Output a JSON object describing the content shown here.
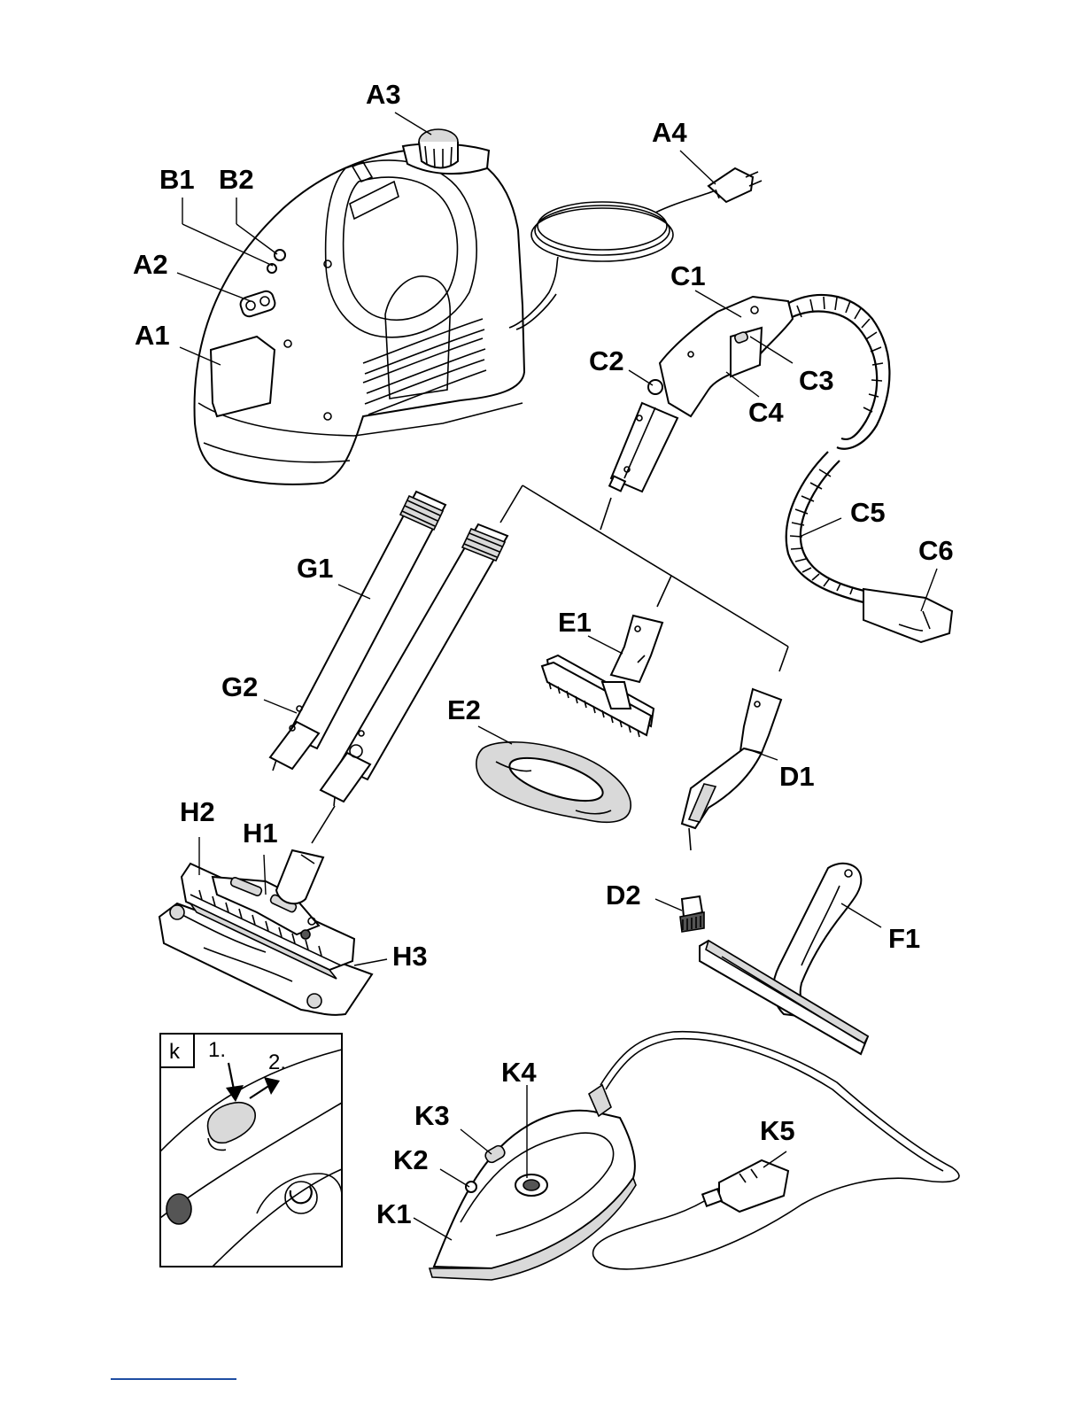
{
  "labels": {
    "A1": "A1",
    "A2": "A2",
    "A3": "A3",
    "A4": "A4",
    "B1": "B1",
    "B2": "B2",
    "C1": "C1",
    "C2": "C2",
    "C3": "C3",
    "C4": "C4",
    "C5": "C5",
    "C6": "C6",
    "D1": "D1",
    "D2": "D2",
    "E1": "E1",
    "E2": "E2",
    "F1": "F1",
    "G1": "G1",
    "G2": "G2",
    "H1": "H1",
    "H2": "H2",
    "H3": "H3",
    "K1": "K1",
    "K2": "K2",
    "K3": "K3",
    "K4": "K4",
    "K5": "K5"
  },
  "inset": {
    "letter": "k",
    "step1": "1.",
    "step2": "2."
  },
  "colors": {
    "ink": "#000000",
    "footer_rule": "#1f4ea3"
  }
}
